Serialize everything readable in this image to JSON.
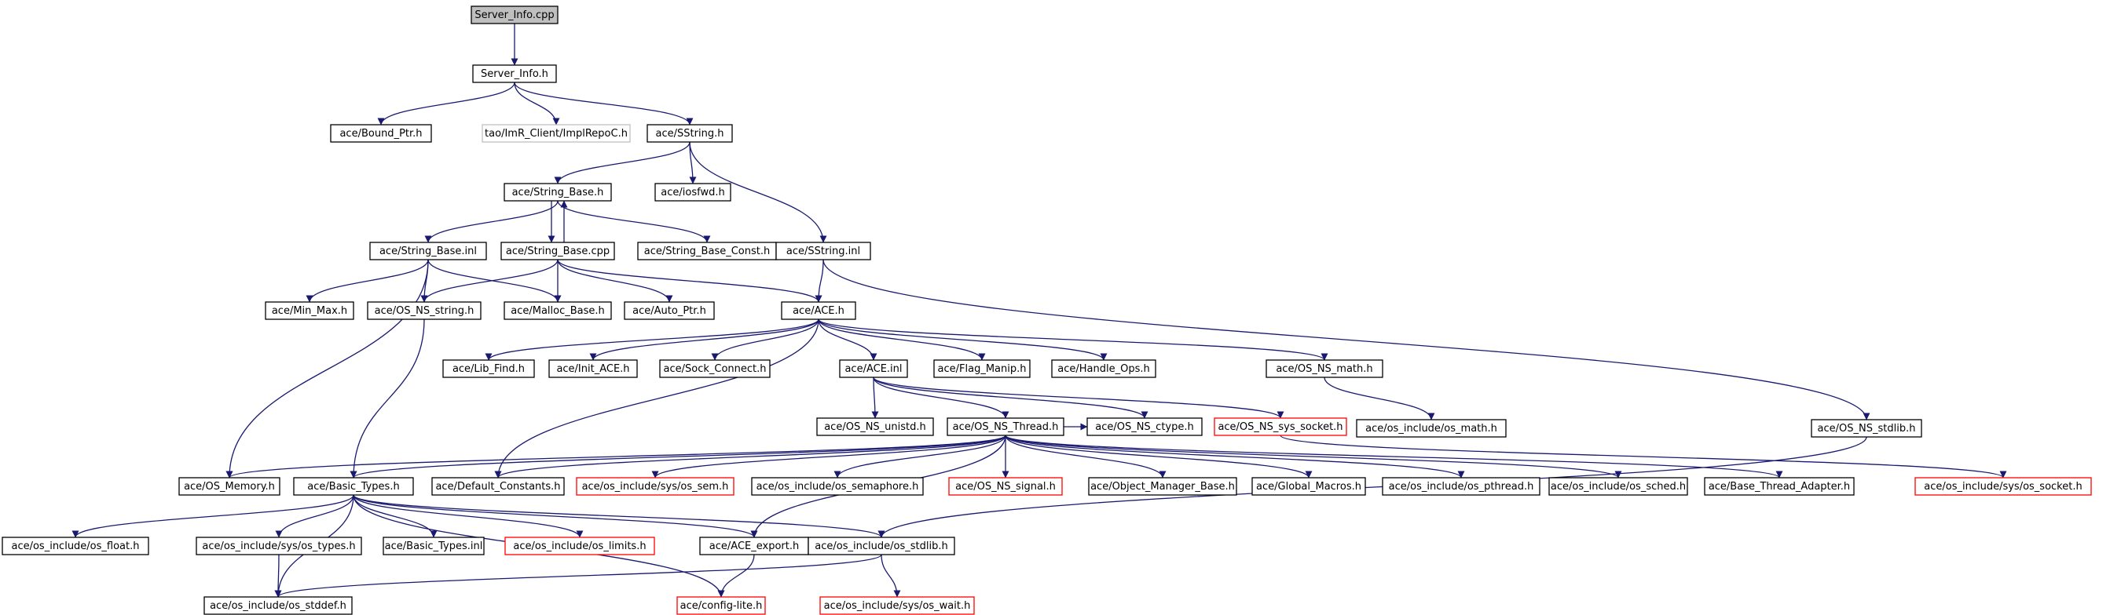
{
  "colors": {
    "edge": "#191970",
    "border_normal": "#000000",
    "border_missing": "#ff0000",
    "border_external": "#bfbfbf",
    "fill_root": "#bfbfbf",
    "fill_default": "#ffffff"
  },
  "nodes": [
    {
      "id": "n0",
      "label": "Server_Info.cpp",
      "kind": "root"
    },
    {
      "id": "n1",
      "label": "Server_Info.h",
      "kind": "normal"
    },
    {
      "id": "n2",
      "label": "ace/Bound_Ptr.h",
      "kind": "normal"
    },
    {
      "id": "n3",
      "label": "tao/ImR_Client/ImplRepoC.h",
      "kind": "external"
    },
    {
      "id": "n4",
      "label": "ace/SString.h",
      "kind": "normal"
    },
    {
      "id": "n5",
      "label": "ace/String_Base.h",
      "kind": "normal"
    },
    {
      "id": "n6",
      "label": "ace/iosfwd.h",
      "kind": "normal"
    },
    {
      "id": "n7",
      "label": "ace/String_Base.inl",
      "kind": "normal"
    },
    {
      "id": "n8",
      "label": "ace/String_Base.cpp",
      "kind": "normal"
    },
    {
      "id": "n9",
      "label": "ace/String_Base_Const.h",
      "kind": "normal"
    },
    {
      "id": "n10",
      "label": "ace/SString.inl",
      "kind": "normal"
    },
    {
      "id": "n11",
      "label": "ace/Min_Max.h",
      "kind": "normal"
    },
    {
      "id": "n12",
      "label": "ace/OS_NS_string.h",
      "kind": "normal"
    },
    {
      "id": "n13",
      "label": "ace/Malloc_Base.h",
      "kind": "normal"
    },
    {
      "id": "n14",
      "label": "ace/Auto_Ptr.h",
      "kind": "normal"
    },
    {
      "id": "n15",
      "label": "ace/ACE.h",
      "kind": "normal"
    },
    {
      "id": "n16",
      "label": "ace/Lib_Find.h",
      "kind": "normal"
    },
    {
      "id": "n17",
      "label": "ace/Init_ACE.h",
      "kind": "normal"
    },
    {
      "id": "n18",
      "label": "ace/Sock_Connect.h",
      "kind": "normal"
    },
    {
      "id": "n19",
      "label": "ace/ACE.inl",
      "kind": "normal"
    },
    {
      "id": "n20",
      "label": "ace/Flag_Manip.h",
      "kind": "normal"
    },
    {
      "id": "n21",
      "label": "ace/Handle_Ops.h",
      "kind": "normal"
    },
    {
      "id": "n22",
      "label": "ace/OS_NS_math.h",
      "kind": "normal"
    },
    {
      "id": "n23",
      "label": "ace/OS_NS_unistd.h",
      "kind": "normal"
    },
    {
      "id": "n24",
      "label": "ace/OS_NS_Thread.h",
      "kind": "normal"
    },
    {
      "id": "n25",
      "label": "ace/OS_NS_ctype.h",
      "kind": "normal"
    },
    {
      "id": "n26",
      "label": "ace/OS_NS_sys_socket.h",
      "kind": "missing"
    },
    {
      "id": "n27",
      "label": "ace/os_include/os_math.h",
      "kind": "normal"
    },
    {
      "id": "n28",
      "label": "ace/OS_NS_stdlib.h",
      "kind": "normal"
    },
    {
      "id": "n29",
      "label": "ace/OS_Memory.h",
      "kind": "normal"
    },
    {
      "id": "n30",
      "label": "ace/Basic_Types.h",
      "kind": "normal"
    },
    {
      "id": "n31",
      "label": "ace/Default_Constants.h",
      "kind": "normal"
    },
    {
      "id": "n32",
      "label": "ace/os_include/sys/os_sem.h",
      "kind": "missing"
    },
    {
      "id": "n33",
      "label": "ace/os_include/os_semaphore.h",
      "kind": "normal"
    },
    {
      "id": "n34",
      "label": "ace/OS_NS_signal.h",
      "kind": "missing"
    },
    {
      "id": "n35",
      "label": "ace/Object_Manager_Base.h",
      "kind": "normal"
    },
    {
      "id": "n36",
      "label": "ace/Global_Macros.h",
      "kind": "normal"
    },
    {
      "id": "n37",
      "label": "ace/os_include/os_pthread.h",
      "kind": "normal"
    },
    {
      "id": "n38",
      "label": "ace/os_include/os_sched.h",
      "kind": "normal"
    },
    {
      "id": "n39",
      "label": "ace/Base_Thread_Adapter.h",
      "kind": "normal"
    },
    {
      "id": "n40",
      "label": "ace/os_include/sys/os_socket.h",
      "kind": "missing"
    },
    {
      "id": "n41",
      "label": "ace/os_include/os_float.h",
      "kind": "normal"
    },
    {
      "id": "n42",
      "label": "ace/os_include/sys/os_types.h",
      "kind": "normal"
    },
    {
      "id": "n43",
      "label": "ace/Basic_Types.inl",
      "kind": "normal"
    },
    {
      "id": "n44",
      "label": "ace/os_include/os_limits.h",
      "kind": "missing"
    },
    {
      "id": "n45",
      "label": "ace/ACE_export.h",
      "kind": "normal"
    },
    {
      "id": "n46",
      "label": "ace/os_include/os_stdlib.h",
      "kind": "normal"
    },
    {
      "id": "n47",
      "label": "ace/os_include/os_stddef.h",
      "kind": "normal"
    },
    {
      "id": "n48",
      "label": "ace/config-lite.h",
      "kind": "missing"
    },
    {
      "id": "n49",
      "label": "ace/os_include/sys/os_wait.h",
      "kind": "missing"
    }
  ],
  "edges": [
    [
      "n0",
      "n1"
    ],
    [
      "n1",
      "n2"
    ],
    [
      "n1",
      "n3"
    ],
    [
      "n1",
      "n4"
    ],
    [
      "n4",
      "n5"
    ],
    [
      "n4",
      "n6"
    ],
    [
      "n4",
      "n10"
    ],
    [
      "n5",
      "n7"
    ],
    [
      "n5",
      "n8"
    ],
    [
      "n5",
      "n9"
    ],
    [
      "n8",
      "n5"
    ],
    [
      "n7",
      "n11"
    ],
    [
      "n7",
      "n12"
    ],
    [
      "n7",
      "n13"
    ],
    [
      "n7",
      "n29"
    ],
    [
      "n8",
      "n12"
    ],
    [
      "n8",
      "n13"
    ],
    [
      "n8",
      "n14"
    ],
    [
      "n8",
      "n15"
    ],
    [
      "n10",
      "n15"
    ],
    [
      "n10",
      "n28"
    ],
    [
      "n12",
      "n30"
    ],
    [
      "n15",
      "n16"
    ],
    [
      "n15",
      "n17"
    ],
    [
      "n15",
      "n18"
    ],
    [
      "n15",
      "n19"
    ],
    [
      "n15",
      "n20"
    ],
    [
      "n15",
      "n21"
    ],
    [
      "n15",
      "n22"
    ],
    [
      "n15",
      "n31"
    ],
    [
      "n19",
      "n23"
    ],
    [
      "n19",
      "n24"
    ],
    [
      "n19",
      "n25"
    ],
    [
      "n19",
      "n26"
    ],
    [
      "n22",
      "n27"
    ],
    [
      "n28",
      "n46"
    ],
    [
      "n24",
      "n29"
    ],
    [
      "n24",
      "n30"
    ],
    [
      "n24",
      "n31"
    ],
    [
      "n24",
      "n32"
    ],
    [
      "n24",
      "n33"
    ],
    [
      "n24",
      "n34"
    ],
    [
      "n24",
      "n35"
    ],
    [
      "n24",
      "n36"
    ],
    [
      "n24",
      "n37"
    ],
    [
      "n24",
      "n38"
    ],
    [
      "n24",
      "n39"
    ],
    [
      "n24",
      "n25"
    ],
    [
      "n24",
      "n45"
    ],
    [
      "n26",
      "n40"
    ],
    [
      "n30",
      "n41"
    ],
    [
      "n30",
      "n42"
    ],
    [
      "n30",
      "n43"
    ],
    [
      "n30",
      "n44"
    ],
    [
      "n30",
      "n45"
    ],
    [
      "n30",
      "n46"
    ],
    [
      "n30",
      "n47"
    ],
    [
      "n30",
      "n48"
    ],
    [
      "n42",
      "n47"
    ],
    [
      "n45",
      "n48"
    ],
    [
      "n46",
      "n47"
    ],
    [
      "n46",
      "n49"
    ]
  ]
}
